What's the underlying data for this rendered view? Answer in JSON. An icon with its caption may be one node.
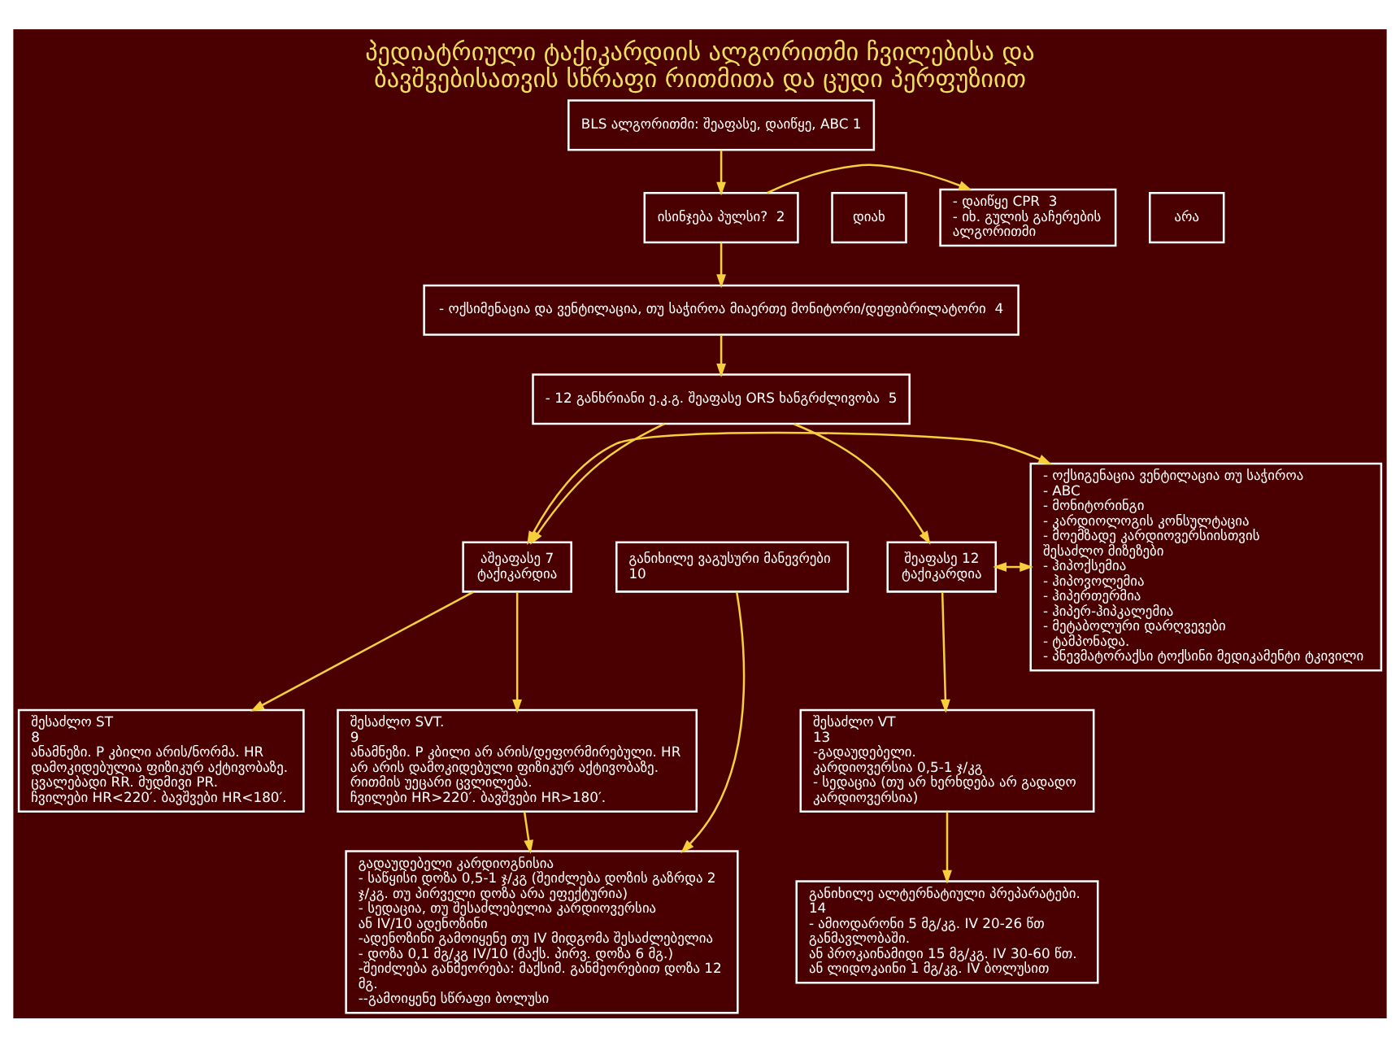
{
  "diagram": {
    "title": "პედიატრიული ტაქიკარდიის ალგორითმი ჩვილებისა და ბავშვებისათვის სწრაფი რითმითა და ცუდი პერფუზიით",
    "nodes": [
      {
        "text": [
          "BLS ალგორითმი: შეაფასე, დაიწყე, ABC 1"
        ]
      },
      {
        "text": [
          "ისინჯება პულსი?  2"
        ]
      },
      {
        "text": [
          "- დაიწყე CPR  3",
          "- იხ. გულის გაჩერების ალგორითმი"
        ]
      },
      {
        "text": [
          "არა"
        ]
      },
      {
        "text": [
          "დიახ"
        ]
      },
      {
        "text": [
          "- ოქსიმენაცია და ვენტილაცია, თუ საჭიროა მიაერთე მონიტორი/დეფიბრილატორი  4"
        ]
      },
      {
        "text": [
          "- 12 განხრიანი ე.კ.გ. შეაფასე ORS ხანგრძლივობა  5"
        ]
      },
      {
        "text": [
          "აშეაფასე 7 ტაქიკარდია"
        ]
      },
      {
        "text": [
          "- ოქსიგენაცია ვენტილაცია თუ საჭიროა",
          "- ABC",
          "- მონიტორინგი",
          "- კარდიოლოგის კონსულტაცია",
          "- მოემზადე კარდიოვერსიისთვის",
          "შესაძლო მიზეზები",
          "- ჰიპოქსემია",
          "- ჰიპოვოლემია",
          "- ჰიპერთერმია",
          "- ჰიპერ-ჰიპკალემია",
          "- მეტაბოლური დარღვევები",
          "- ტამპონადა.",
          "- პნევმატორაქსი ტოქსინი მედიკამენტი ტკივილი"
        ]
      },
      {
        "text": [
          "შეაფასე 12 ტაქიკარდია"
        ]
      },
      {
        "text": [
          "შესაძლო ST",
          "8",
          "ანამნეზი. P კბილი არის/ნორმა. HR დამოკიდებულია ფიზიკურ აქტივობაზე.",
          "ცვალებადი RR. მუდმივი PR.",
          "ჩვილები HR<220′. ბავშვები HR<180′."
        ]
      },
      {
        "text": [
          "შესაძლო SVT.",
          "9",
          "ანამნეზი. P კბილი არ არის/დეფორმირებული. HR არ არის დამოკიდებული ფიზიკურ აქტივობაზე.",
          "რითმის უეცარი ცვლილება.",
          "ჩვილები HR>220′. ბავშვები HR>180′."
        ]
      },
      {
        "text": [
          "განიხილე ვაგუსური მანევრები",
          "10"
        ]
      },
      {
        "text": [
          "გადაუდებელი კარდიოგნისია",
          "- საწყისი დოზა 0,5-1 ჯ/კგ (შეიძლება დოზის გაზრდა 2 ჯ/კგ. თუ პირველი დოზა არა ეფექტურია)",
          "- სედაცია, თუ შესაძლებელია კარდიოვერსია",
          "ან IV/10 ადენოზინი",
          "-ადენოზინი გამოიყენე თუ IV მიდგომა შესაძლებელია",
          "- დოზა 0,1 მგ/კგ IV/10 (მაქს. პირვ. დოზა 6 მგ.)",
          "-შეიძლება განმეორება: მაქსიმ. განმეორებით დოზა 12 მგ.",
          "--გამოიყენე სწრაფი ბოლუსი"
        ]
      },
      {
        "text": [
          "შესაძლო VT",
          "13",
          "-გადაუდებელი.",
          "კარდიოვერსია 0,5-1 ჯ/კგ",
          "- სედაცია (თუ არ ხერხდება არ გადადო კარდიოვერსია)"
        ]
      },
      {
        "text": [
          "განიხილე ალტერნატიული პრეპარატები.",
          "14",
          "- ამიოდარონი 5 მგ/კგ. IV 20-26 წთ განმავლობაში.",
          "ან პროკაინამიდი 15 მგ/კგ. IV 30-60 წთ.",
          "ან ლიდოკაინი 1 მგ/კგ. IV ბოლუსით"
        ]
      }
    ],
    "edges": [
      {
        "from": 0,
        "to": 1,
        "arrow": "to"
      },
      {
        "from": 1,
        "to": 2,
        "arrow": "to"
      },
      {
        "from": 1,
        "to": 5,
        "arrow": "to"
      },
      {
        "from": 5,
        "to": 6,
        "arrow": "to"
      },
      {
        "from": 6,
        "to": 7,
        "arrow": "to"
      },
      {
        "from": 6,
        "to": 9,
        "arrow": "to"
      },
      {
        "from": 7,
        "to": 8,
        "arrow": "both"
      },
      {
        "from": 8,
        "to": 9,
        "arrow": "both"
      },
      {
        "from": 7,
        "to": 10,
        "arrow": "to"
      },
      {
        "from": 7,
        "to": 11,
        "arrow": "to"
      },
      {
        "from": 11,
        "to": 13,
        "arrow": "to"
      },
      {
        "from": 12,
        "to": 13,
        "arrow": "to"
      },
      {
        "from": 9,
        "to": 14,
        "arrow": "to"
      },
      {
        "from": 14,
        "to": 15,
        "arrow": "to"
      }
    ]
  }
}
